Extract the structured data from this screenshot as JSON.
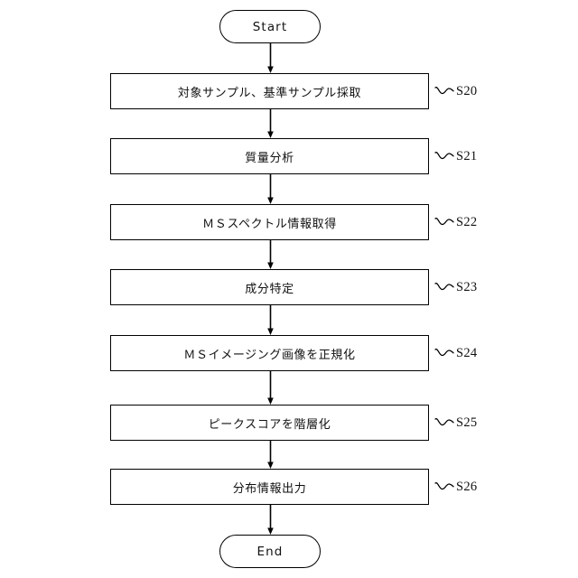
{
  "diagram": {
    "type": "flowchart",
    "title": "Mass spectrometry imaging analysis flow",
    "orientation": "vertical",
    "background_color": "#ffffff",
    "line_color": "#000000"
  },
  "terminals": {
    "start": {
      "label": "Start",
      "shape": "rounded-rectangle"
    },
    "end": {
      "label": "End",
      "shape": "rounded-rectangle"
    }
  },
  "steps": [
    {
      "label": "対象サンプル、基準サンプル採取",
      "ref": "S20",
      "shape": "rectangle"
    },
    {
      "label": "質量分析",
      "ref": "S21",
      "shape": "rectangle"
    },
    {
      "label": "ＭＳスペクトル情報取得",
      "ref": "S22",
      "shape": "rectangle"
    },
    {
      "label": "成分特定",
      "ref": "S23",
      "shape": "rectangle"
    },
    {
      "label": "ＭＳイメージング画像を正規化",
      "ref": "S24",
      "shape": "rectangle"
    },
    {
      "label": "ピークスコアを階層化",
      "ref": "S25",
      "shape": "rectangle"
    },
    {
      "label": "分布情報出力",
      "ref": "S26",
      "shape": "rectangle"
    }
  ],
  "connectors": {
    "icon": "down-arrow-icon",
    "count": 8,
    "style": "solid-line-with-arrowhead"
  },
  "leader": {
    "icon": "wavy-leader-icon"
  }
}
